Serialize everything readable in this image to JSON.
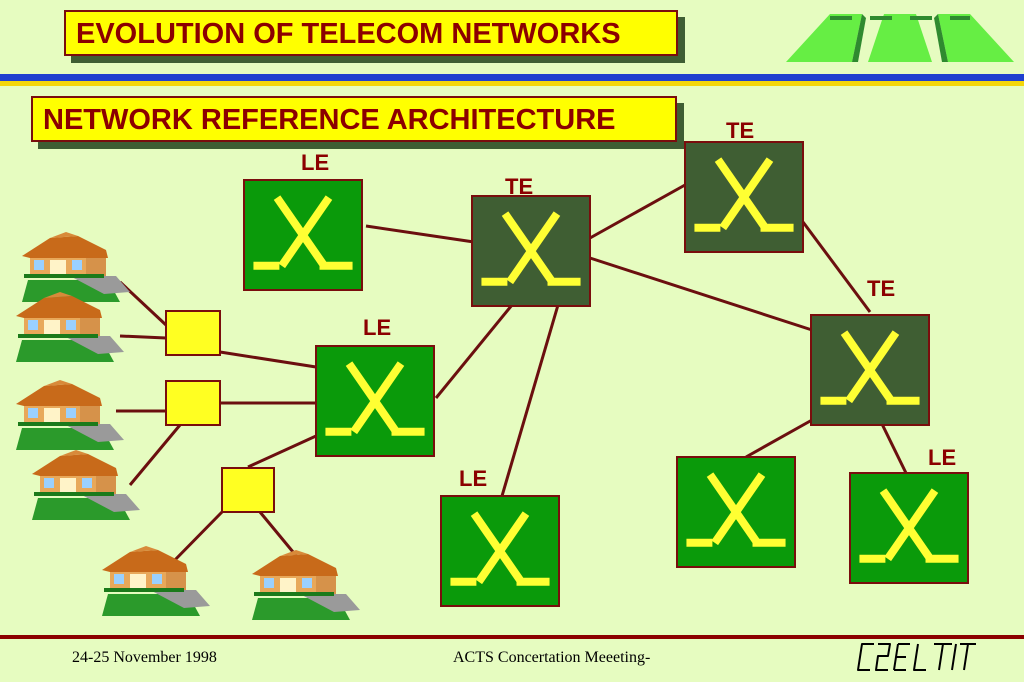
{
  "title": "EVOLUTION OF TELECOM NETWORKS",
  "subtitle": "NETWORK REFERENCE ARCHITECTURE",
  "colors": {
    "background": "#e6fcc0",
    "title_fill": "#ffff00",
    "title_text": "#8b0000",
    "local_exchange": "#0a9a0a",
    "transit_exchange": "#3f5e33",
    "switch_symbol": "#ffff33",
    "link": "#6b0f0f",
    "stripe_blue": "#1f3fcf",
    "stripe_yellow": "#f3d60a"
  },
  "node_labels": {
    "le_top": "LE",
    "te_center": "TE",
    "te_top_right": "TE",
    "le_middle": "LE",
    "te_right": "TE",
    "le_bottom": "LE",
    "le_bottom_right": "LE"
  },
  "footer": {
    "date": "24-25 November 1998",
    "event": "ACTS Concertation Meeeting-",
    "logo_text": "CSELT"
  }
}
